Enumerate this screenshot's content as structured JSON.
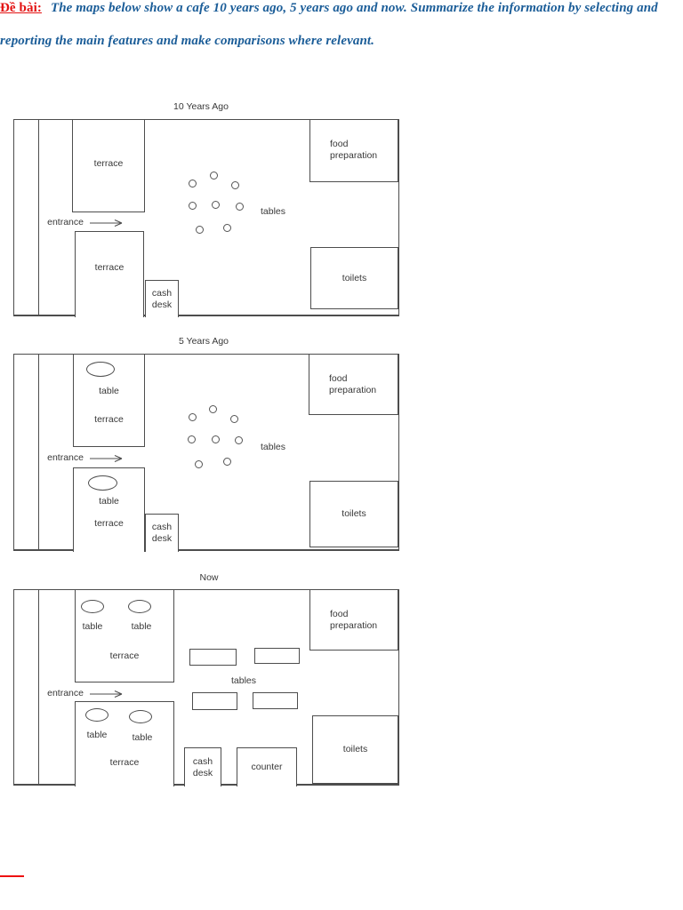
{
  "header": {
    "label": "Đề bài:",
    "line1": "The maps below show a cafe 10 years ago, 5 years ago and now. Summarize the information by selecting and",
    "line2": "reporting the main features and make comparisons where relevant.",
    "label_color": "#e31212",
    "text_color": "#1b5d98"
  },
  "labels": {
    "entrance": "entrance",
    "terrace": "terrace",
    "table": "table",
    "tables": "tables",
    "food_preparation": "food preparation",
    "toilets": "toilets",
    "cash_desk": "cash desk",
    "counter": "counter"
  },
  "maps": [
    {
      "title": "10 Years Ago",
      "terraces": 2,
      "tables_per_terrace": 0,
      "dining_tables": {
        "shape": "round",
        "count": 8
      },
      "rooms": [
        "terrace",
        "terrace",
        "food preparation",
        "toilets",
        "cash desk"
      ],
      "has_counter": false
    },
    {
      "title": "5 Years Ago",
      "terraces": 2,
      "tables_per_terrace": 1,
      "dining_tables": {
        "shape": "round",
        "count": 8
      },
      "rooms": [
        "terrace",
        "terrace",
        "food preparation",
        "toilets",
        "cash desk"
      ],
      "has_counter": false
    },
    {
      "title": "Now",
      "terraces": 2,
      "tables_per_terrace": 2,
      "dining_tables": {
        "shape": "rectangular",
        "count": 4
      },
      "rooms": [
        "terrace",
        "terrace",
        "food preparation",
        "toilets",
        "cash desk",
        "counter"
      ],
      "has_counter": true
    }
  ]
}
